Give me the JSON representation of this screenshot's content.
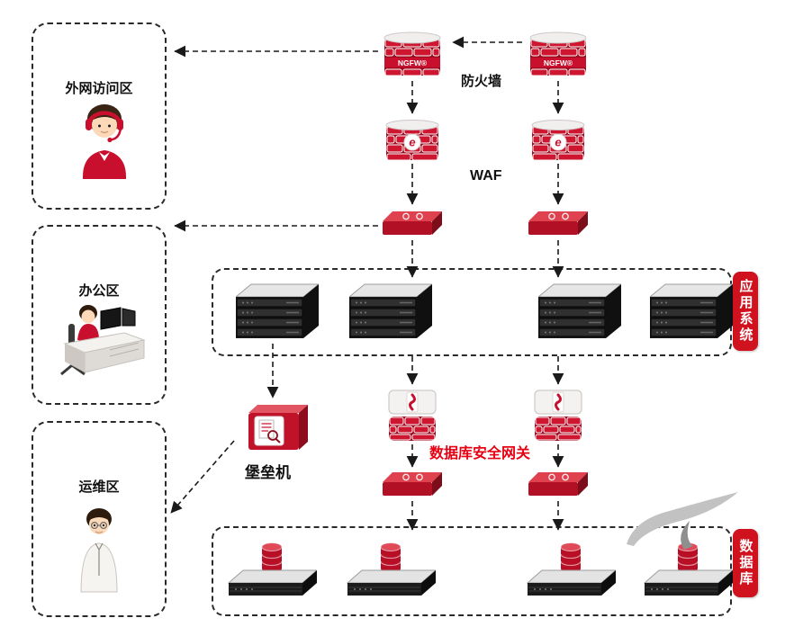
{
  "diagram": {
    "zones": {
      "external": {
        "label": "外网访问区"
      },
      "office": {
        "label": "办公区"
      },
      "ops": {
        "label": "运维区"
      },
      "app_system": {
        "label": "应用系统"
      },
      "database": {
        "label": "数据库"
      }
    },
    "labels": {
      "firewall": "防火墙",
      "waf": "WAF",
      "bastion": "堡垒机",
      "db_gateway": "数据库安全网关"
    },
    "devices": {
      "ngfw_badge": "NGFW®",
      "waf_logo": "e"
    },
    "colors": {
      "device_red": "#c8102e",
      "badge_red": "#d0121f",
      "gateway_label_red": "#e60012",
      "server_dark": "#1b1b1b",
      "arrow": "#1a1a1a"
    }
  }
}
